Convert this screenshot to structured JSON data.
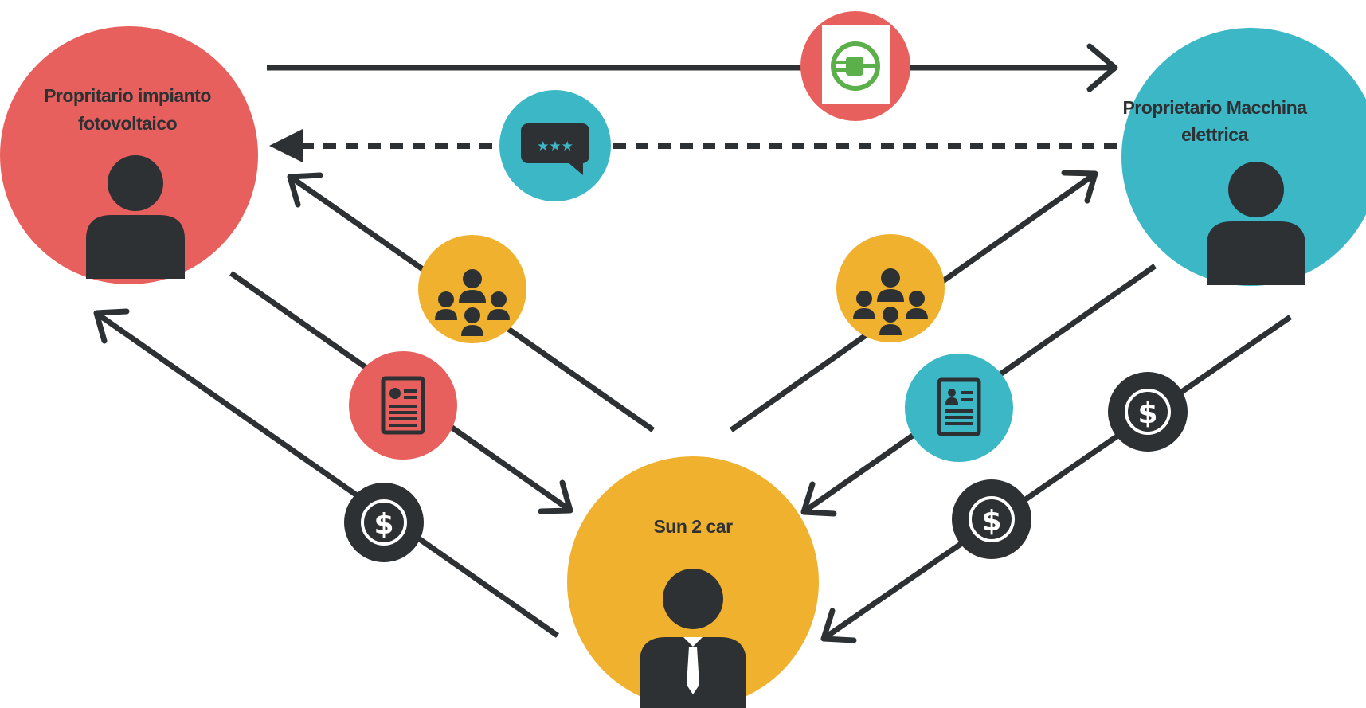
{
  "nodes": {
    "producer": {
      "label_line1": "Propritario impianto",
      "label_line2": "fotovoltaico",
      "color": "#e8605e"
    },
    "consumer": {
      "label_line1": "Proprietario Macchina",
      "label_line2": "elettrica",
      "color": "#3cb7c6"
    },
    "platform": {
      "label_line1": "Sun 2 car",
      "color": "#f0b12f"
    }
  },
  "colors": {
    "line": "#2d3134",
    "red": "#e8605e",
    "teal": "#3cb7c6",
    "yellow": "#f0b12f",
    "dark": "#2d3134",
    "green": "#5cb04b"
  },
  "icons": [
    "energy-plug-icon",
    "rating-chat-icon",
    "community-icon",
    "document-icon",
    "id-card-document-icon",
    "dollar-icon"
  ]
}
